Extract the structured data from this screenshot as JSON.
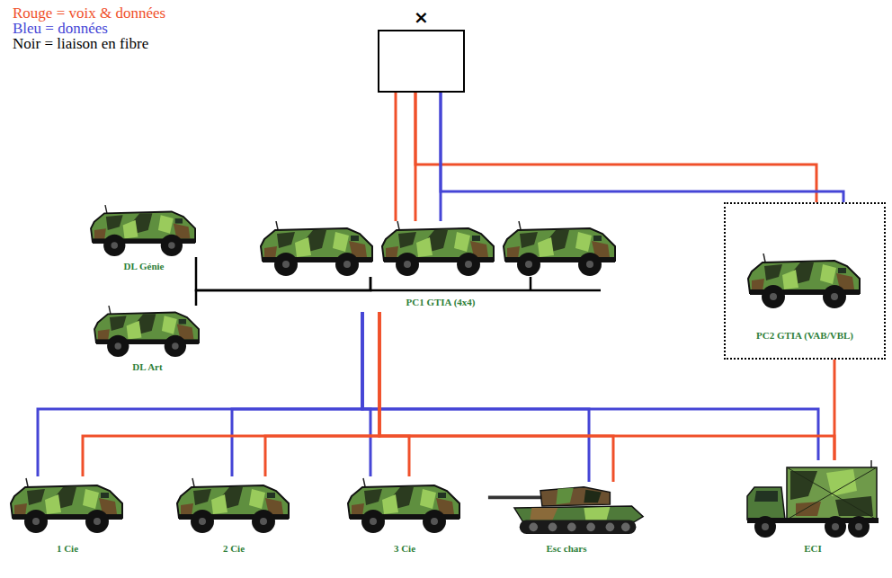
{
  "diagram": {
    "nodes": [
      {
        "text": [
          "×"
        ]
      },
      {
        "text": [
          "DL Génie"
        ]
      },
      {
        "text": [
          "DL Art"
        ]
      },
      {
        "text": [
          "PC1 GTIA (4x4)"
        ]
      },
      {
        "text": [
          "PC2 GTIA (VAB/VBL)"
        ]
      },
      {
        "text": [
          "1 Cie"
        ]
      },
      {
        "text": [
          "2 Cie"
        ]
      },
      {
        "text": [
          "3 Cie"
        ]
      },
      {
        "text": [
          "Esc chars"
        ]
      },
      {
        "text": [
          "ECI"
        ]
      }
    ],
    "edges": [
      {
        "from": 0,
        "to": 3,
        "arrow": "none"
      },
      {
        "from": 0,
        "to": 3,
        "arrow": "none"
      },
      {
        "from": 0,
        "to": 4,
        "arrow": "none"
      },
      {
        "from": 0,
        "to": 3,
        "arrow": "none"
      },
      {
        "from": 0,
        "to": 4,
        "arrow": "none"
      },
      {
        "from": 1,
        "to": 3,
        "arrow": "none"
      },
      {
        "from": 2,
        "to": 3,
        "arrow": "none"
      },
      {
        "from": 3,
        "to": 5,
        "arrow": "none"
      },
      {
        "from": 3,
        "to": 6,
        "arrow": "none"
      },
      {
        "from": 3,
        "to": 7,
        "arrow": "none"
      },
      {
        "from": 3,
        "to": 8,
        "arrow": "none"
      },
      {
        "from": 3,
        "to": 9,
        "arrow": "none"
      },
      {
        "from": 3,
        "to": 5,
        "arrow": "none"
      },
      {
        "from": 3,
        "to": 6,
        "arrow": "none"
      },
      {
        "from": 3,
        "to": 7,
        "arrow": "none"
      },
      {
        "from": 3,
        "to": 8,
        "arrow": "none"
      },
      {
        "from": 3,
        "to": 9,
        "arrow": "none"
      },
      {
        "from": 4,
        "to": 9,
        "arrow": "none"
      }
    ],
    "legend": [
      {
        "text": "Rouge = voix & données",
        "color": "#f0502a"
      },
      {
        "text": "Bleu = données",
        "color": "#4545d6"
      },
      {
        "text": "Noir = liaison en fibre",
        "color": "#000000"
      }
    ]
  }
}
